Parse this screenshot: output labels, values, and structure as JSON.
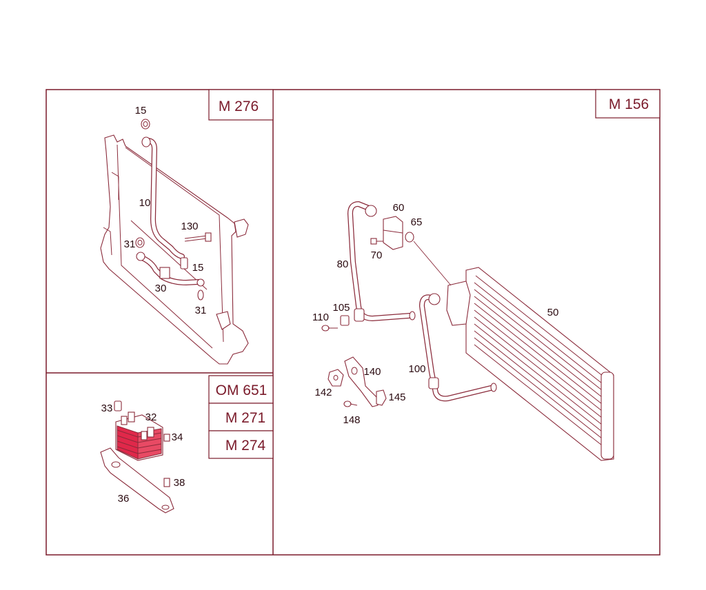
{
  "panels": {
    "m276": {
      "model": "M 276",
      "callouts": {
        "c15a": "15",
        "c10": "10",
        "c130": "130",
        "c31a": "31",
        "c15b": "15",
        "c30": "30",
        "c31b": "31"
      }
    },
    "om651": {
      "models": [
        "OM 651",
        "M 271",
        "M 274"
      ],
      "callouts": {
        "c33": "33",
        "c32": "32",
        "c34": "34",
        "c38": "38",
        "c36": "36"
      }
    },
    "m156": {
      "model": "M 156",
      "callouts": {
        "c60": "60",
        "c65": "65",
        "c70": "70",
        "c80": "80",
        "c105": "105",
        "c110": "110",
        "c50": "50",
        "c100": "100",
        "c140": "140",
        "c142": "142",
        "c145": "145",
        "c148": "148"
      }
    }
  },
  "colors": {
    "frame": "#7a1a2a",
    "part_line": "#8a2a3a",
    "highlight": "#e0284a"
  }
}
